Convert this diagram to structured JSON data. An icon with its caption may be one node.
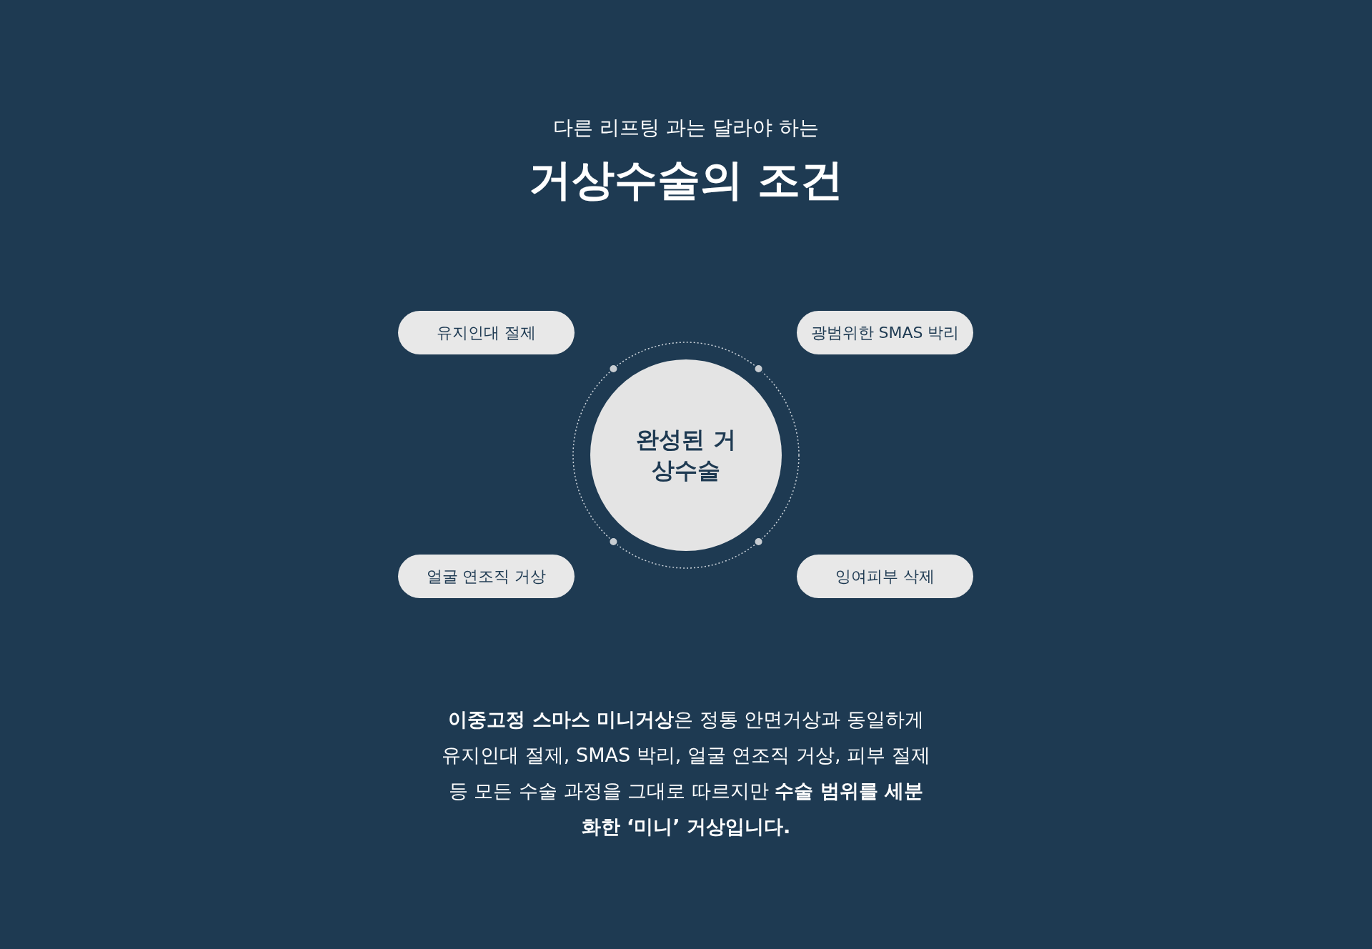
{
  "diagram": {
    "title": "거상수술의 조건",
    "caption": "**이중고정 스마스 미니거상**은 정통 안면거상과 동일하게 유지인대 절제, SMAS 박리,  얼굴 연조직 거상, 피부 절제 등 모든 수술 과정을 그대로 따르지만 **수술 범위를 세분화한 ‘미니’ 거상입니다.**",
    "nodes": [
      {
        "text": [
          "완성된 거상수술"
        ]
      },
      {
        "text": [
          "유지인대 절제"
        ]
      },
      {
        "text": [
          "광범위한 SMAS 박리"
        ]
      },
      {
        "text": [
          "얼굴 연조직 거상"
        ]
      },
      {
        "text": [
          "잉여피부 삭제"
        ]
      }
    ],
    "labels": [
      "다른 리프팅 과는 달라야 하는"
    ]
  }
}
